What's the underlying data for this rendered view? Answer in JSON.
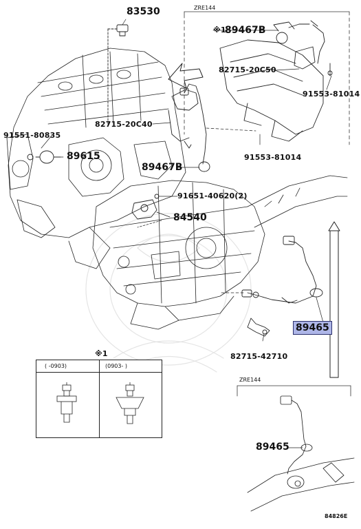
{
  "labels": {
    "p83530": "83530",
    "zre144_top": "ZRE144",
    "p89467b_top": "89467B",
    "star1": "※1",
    "p82715_20c50": "82715-20C50",
    "p91553_81014_top": "91553-81014",
    "p82715_20c40": "82715-20C40",
    "p91551_80835": "91551-80835",
    "p89615": "89615",
    "p91553_81014_mid": "91553-81014",
    "p89467b_mid": "89467B",
    "p91651_40620": "91651-40620(2)",
    "p84540": "84540",
    "p89465_main": "89465",
    "p82715_42710": "82715-42710",
    "zre144_bottom": "ZRE144",
    "p89465_inset": "89465",
    "diagram_code": "84826E"
  },
  "inset_table": {
    "marker": "※1",
    "col1": "(    -0903)",
    "col2": "(0903-    )"
  },
  "colors": {
    "highlight_fill": "#aeb6e8",
    "highlight_border": "#2a2f6b",
    "line": "#222222",
    "watermark": "#e6e6e6"
  }
}
